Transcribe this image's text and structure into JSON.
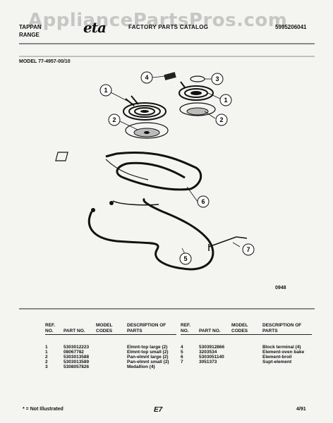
{
  "watermark": "AppliancePartsPros.com",
  "header": {
    "brand_line1": "TAPPAN",
    "brand_line2": "RANGE",
    "logo": "eta",
    "catalog_title": "FACTORY PARTS CATALOG",
    "catalog_number": "5995206041"
  },
  "model": "MODEL 77-4957-00/10",
  "figure_code": "0948",
  "callouts": [
    "1",
    "1",
    "2",
    "2",
    "3",
    "4",
    "5",
    "6",
    "7"
  ],
  "table_headers": {
    "ref": "REF. NO.",
    "part": "PART NO.",
    "model": "MODEL CODES",
    "desc": "DESCRIPTION OF PARTS"
  },
  "left_rows": [
    {
      "ref": "1",
      "part": "5303012223",
      "model": "",
      "desc": "Elmnt-top large (2)"
    },
    {
      "ref": "1",
      "part": "08067782",
      "model": "",
      "desc": "Elmnt-top small (2)"
    },
    {
      "ref": "2",
      "part": "5303013588",
      "model": "",
      "desc": "Pan-elmnt large (2)"
    },
    {
      "ref": "2",
      "part": "5303013589",
      "model": "",
      "desc": "Pan-elmnt small (2)"
    },
    {
      "ref": "3",
      "part": "5308057826",
      "model": "",
      "desc": "Medallion (4)"
    }
  ],
  "right_rows": [
    {
      "ref": "4",
      "part": "5303912866",
      "model": "",
      "desc": "Block terminal (4)"
    },
    {
      "ref": "5",
      "part": "3203534",
      "model": "",
      "desc": "Element-oven bake"
    },
    {
      "ref": "6",
      "part": "5303051140",
      "model": "",
      "desc": "Element-broil"
    },
    {
      "ref": "7",
      "part": "3051373",
      "model": "",
      "desc": "Supt-element"
    }
  ],
  "footer": {
    "note": "* = Not Illustrated",
    "page": "E7",
    "date": "4/91"
  }
}
